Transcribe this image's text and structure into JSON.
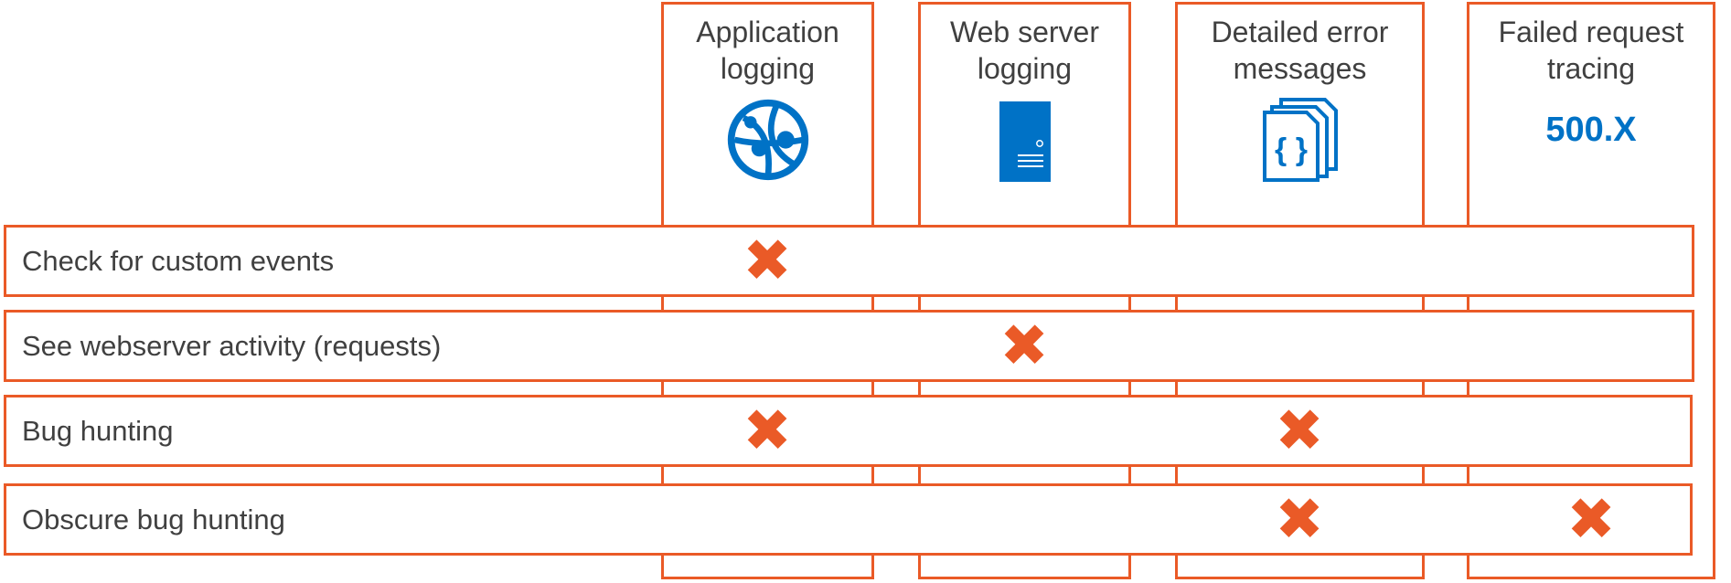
{
  "columns": [
    {
      "title": "Application\nlogging",
      "icon": "globe-network-icon",
      "icon_text": ""
    },
    {
      "title": "Web server\nlogging",
      "icon": "server-icon",
      "icon_text": ""
    },
    {
      "title": "Detailed error\nmessages",
      "icon": "json-documents-icon",
      "icon_text": ""
    },
    {
      "title": "Failed request\ntracing",
      "icon": "",
      "icon_text": "500.X"
    }
  ],
  "rows": [
    {
      "label": "Check for custom events",
      "marks": [
        true,
        false,
        false,
        false
      ]
    },
    {
      "label": "See webserver activity (requests)",
      "marks": [
        false,
        true,
        false,
        false
      ]
    },
    {
      "label": "Bug hunting",
      "marks": [
        true,
        false,
        true,
        false
      ]
    },
    {
      "label": "Obscure bug hunting",
      "marks": [
        false,
        false,
        true,
        true
      ]
    }
  ],
  "mark_glyph": "✖",
  "colors": {
    "accent": "#ea5a27",
    "icon_blue": "#0072c6",
    "text": "#404040"
  }
}
